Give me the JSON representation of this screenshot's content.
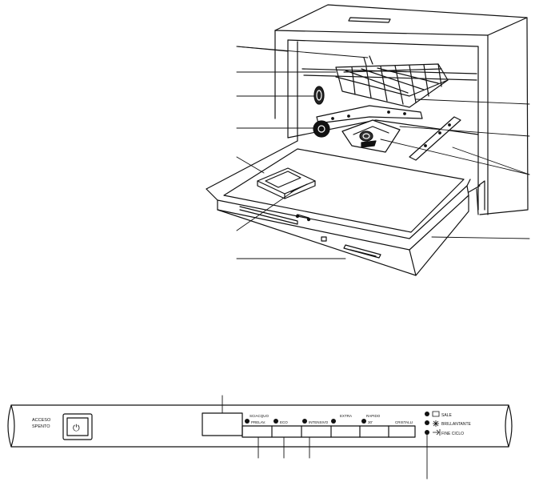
{
  "panel": {
    "power_label_line1": "ACCESO",
    "power_label_line2": "SPENTO",
    "power_symbol": "⏻",
    "program_labels": [
      {
        "line1": "SCIACQUO",
        "line2": "PRELAV."
      },
      {
        "line1": "ECO",
        "line2": ""
      },
      {
        "line1": "EXTRA",
        "line2": ""
      },
      {
        "line1": "INTENSIVO",
        "line2": ""
      },
      {
        "line1": "RAPIDO",
        "line2": "30'"
      },
      {
        "line1": "CRISTALLI",
        "line2": ""
      }
    ],
    "indicator_labels": [
      "SALE",
      "BRILLANTANTE",
      "FINE CICLO"
    ]
  }
}
